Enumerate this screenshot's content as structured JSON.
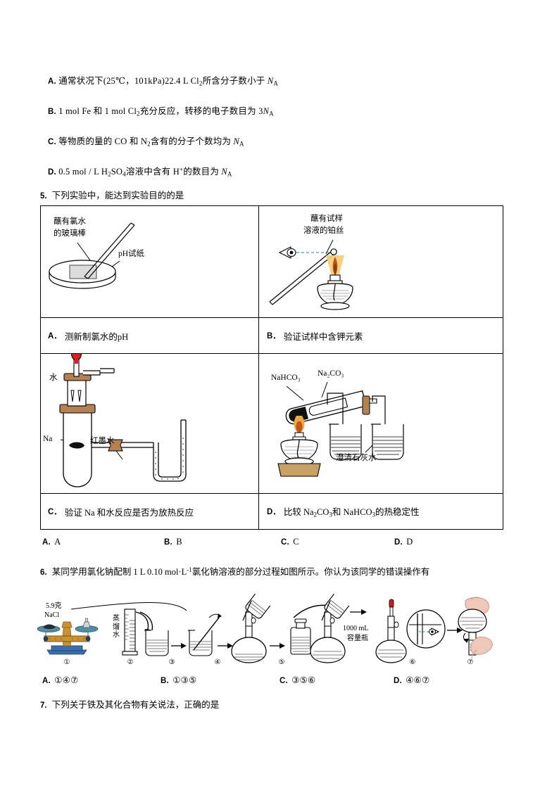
{
  "questions": {
    "q4_options": [
      {
        "label": "A.",
        "text_html": "通常状况下(25℃，101kPa)22.4 L Cl<sub>2</sub>所含分子数小于 <span class='ital'>N</span><sub>A</sub>"
      },
      {
        "label": "B.",
        "text_html": "1 mol Fe 和 1 mol Cl<sub>2</sub>充分反应，转移的电子数目为 3<span class='ital'>N</span><sub>A</sub>"
      },
      {
        "label": "C.",
        "text_html": "等物质的量的 CO 和 N<sub>2</sub>含有的分子个数均为 <span class='ital'>N</span><sub>A</sub>"
      },
      {
        "label": "D.",
        "text_html": "0.5 mol / L H<sub>2</sub>SO<sub>4</sub>溶液中含有 H<sup>+</sup>的数目为 <span class='ital'>N</span><sub>A</sub>"
      }
    ],
    "q5": {
      "number": "5.",
      "stem": "下列实验中，能达到实验目的的是",
      "cells": [
        {
          "key": "A",
          "label": "A．",
          "caption_html": "测新制氯水的pH",
          "diagram_labels": [
            "蘸有氯水",
            "的玻璃棒",
            "pH试纸"
          ]
        },
        {
          "key": "B",
          "label": "B．",
          "caption_html": "验证试样中含钾元素",
          "diagram_labels": [
            "蘸有试样",
            "溶液的铂丝"
          ]
        },
        {
          "key": "C",
          "label": "C．",
          "caption_html": "验证 Na 和水反应是否为放热反应",
          "diagram_labels": [
            "水",
            "Na",
            "红墨水"
          ]
        },
        {
          "key": "D",
          "label": "D．",
          "caption_html": "比较 Na<sub>2</sub>CO<sub>3</sub>和 NaHCO<sub>3</sub>的热稳定性",
          "diagram_labels": [
            "NaHCO₃",
            "Na₂CO₃",
            "澄清石灰水"
          ]
        }
      ],
      "answers": [
        {
          "label": "A.",
          "text": "A"
        },
        {
          "label": "B.",
          "text": "B"
        },
        {
          "label": "C.",
          "text": "C"
        },
        {
          "label": "D.",
          "text": "D"
        }
      ]
    },
    "q6": {
      "number": "6.",
      "stem_html": "某同学用氯化钠配制 1 L 0.10 mol·L<sup>-1</sup>氯化钠溶液的部分过程如图所示。你认为该同学的错误操作有",
      "diagram": {
        "mass_label_line1": "5.9克",
        "mass_label_line2": "NaCl",
        "water_label": "蒸馏水",
        "flask_label_line1": "1000 mL",
        "flask_label_line2": "容量瓶",
        "steps": [
          "①",
          "②",
          "③",
          "④",
          "⑤",
          "⑥",
          "⑦"
        ]
      },
      "answers": [
        {
          "label": "A.",
          "text": "①④⑦"
        },
        {
          "label": "B.",
          "text": "①③⑤"
        },
        {
          "label": "C.",
          "text": "③⑤⑥"
        },
        {
          "label": "D.",
          "text": "④⑥⑦"
        }
      ]
    },
    "q7": {
      "number": "7.",
      "stem": "下列关于铁及其化合物有关说法，正确的是"
    }
  },
  "colors": {
    "flame_outer": "#f6cf7a",
    "flame_inner": "#c4561a",
    "thermometer_red": "#e01b1b",
    "cork_brown": "#b58150",
    "balance_blue": "#3a6fae",
    "balance_gold": "#c9922f",
    "pan_teal": "#4e8fa8",
    "hand_skin": "#f0c8ba",
    "burner_base": "#c9a063"
  }
}
